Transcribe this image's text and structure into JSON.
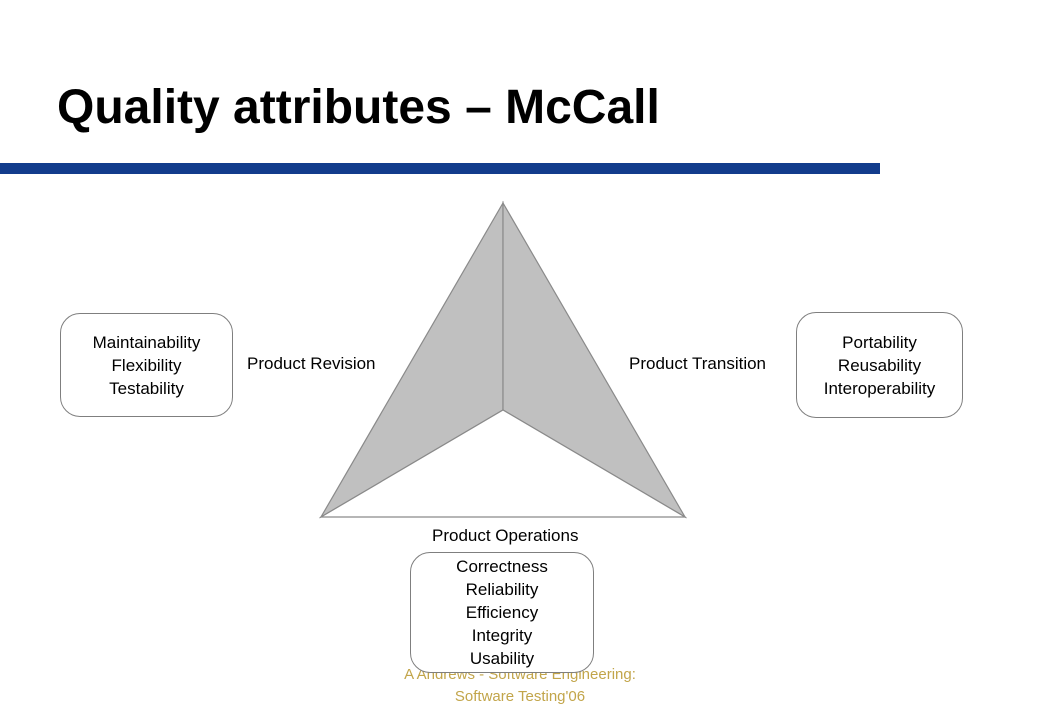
{
  "slide": {
    "title": "Quality attributes – McCall"
  },
  "colors": {
    "accent_rule": "#123c8c",
    "triangle_fill": "#c0c0c0",
    "triangle_stroke": "#8a8a8a",
    "footer_text": "#c2a54a"
  },
  "categories": {
    "revision": {
      "label": "Product Revision",
      "attributes": [
        "Maintainability",
        "Flexibility",
        "Testability"
      ]
    },
    "transition": {
      "label": "Product Transition",
      "attributes": [
        "Portability",
        "Reusability",
        "Interoperability"
      ]
    },
    "operations": {
      "label": "Product Operations",
      "attributes": [
        "Correctness",
        "Reliability",
        "Efficiency",
        "Integrity",
        "Usability"
      ]
    }
  },
  "footer": {
    "line1": "A Andrews - Software Engineering:",
    "line2": "Software Testing'06"
  }
}
